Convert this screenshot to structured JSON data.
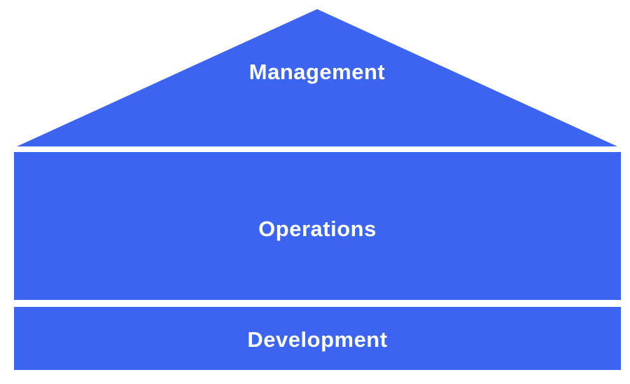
{
  "diagram": {
    "type": "layered-pyramid",
    "layers": [
      {
        "id": "management",
        "shape": "triangle",
        "label": "Management"
      },
      {
        "id": "operations",
        "shape": "rectangle",
        "label": "Operations"
      },
      {
        "id": "development",
        "shape": "rectangle",
        "label": "Development"
      }
    ],
    "colors": {
      "shape": "#3B64F0",
      "text": "#FFFFFF",
      "background": "#FFFFFF"
    }
  }
}
